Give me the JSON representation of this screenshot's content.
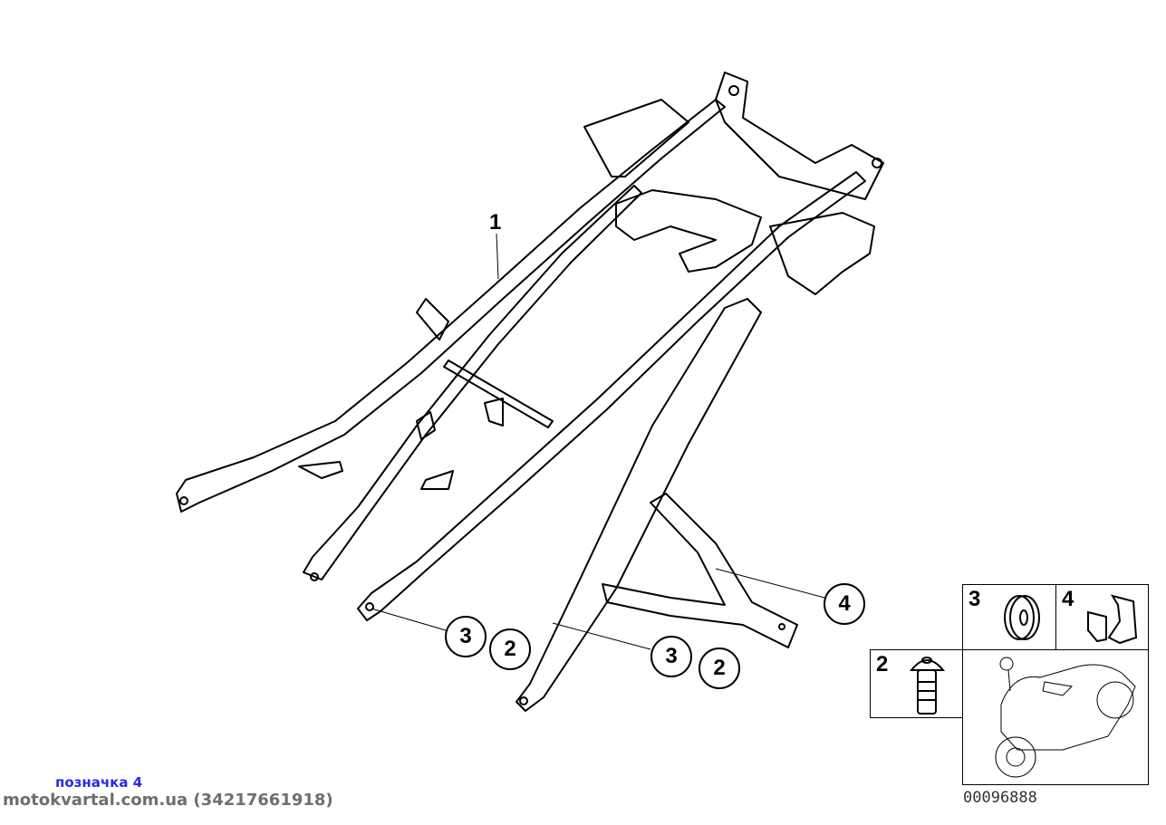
{
  "diagram": {
    "part_labels": {
      "frame": "1",
      "callout_4": "4",
      "callout_left_3": "3",
      "callout_left_2": "2",
      "callout_right_3": "3",
      "callout_right_2": "2"
    },
    "legend": [
      {
        "number": "3",
        "part": "washer"
      },
      {
        "number": "4",
        "part": "clip"
      },
      {
        "number": "2",
        "part": "screw"
      }
    ],
    "image_number": "00096888"
  },
  "watermark": {
    "tag": "позначка 4",
    "site": "motokvartal.com.ua (34217661918)"
  }
}
